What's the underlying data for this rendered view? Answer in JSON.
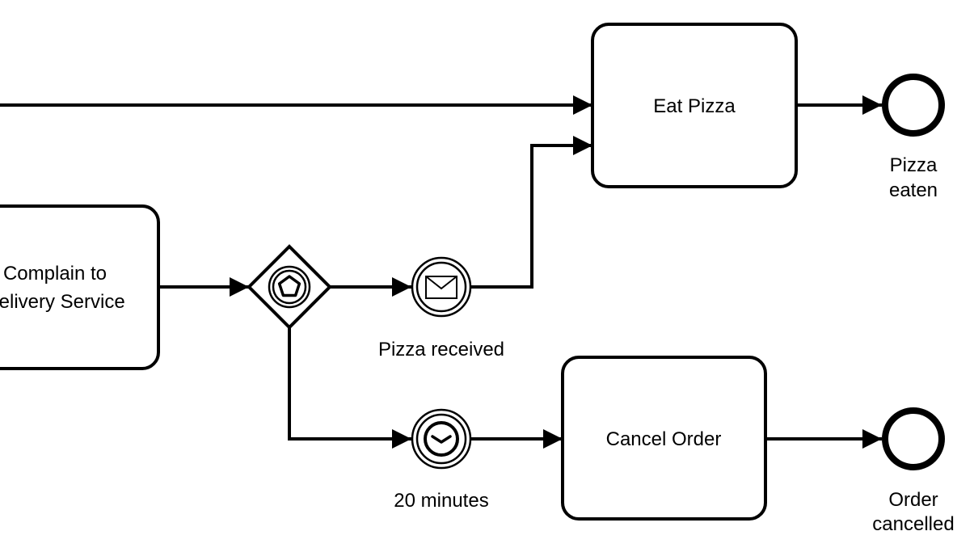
{
  "diagram": {
    "tasks": {
      "eat_pizza": "Eat Pizza",
      "complain": [
        "Complain to",
        "Delivery Service"
      ],
      "cancel_order": "Cancel Order"
    },
    "events": {
      "pizza_received": "Pizza received",
      "timer": "20 minutes",
      "pizza_eaten": [
        "Pizza",
        "eaten"
      ],
      "order_cancelled": [
        "Order",
        "cancelled"
      ]
    },
    "gateway": {
      "type": "event-based",
      "icon": "pentagon-icon"
    },
    "colors": {
      "stroke": "#000000",
      "fill": "#ffffff",
      "text": "#000000"
    }
  }
}
